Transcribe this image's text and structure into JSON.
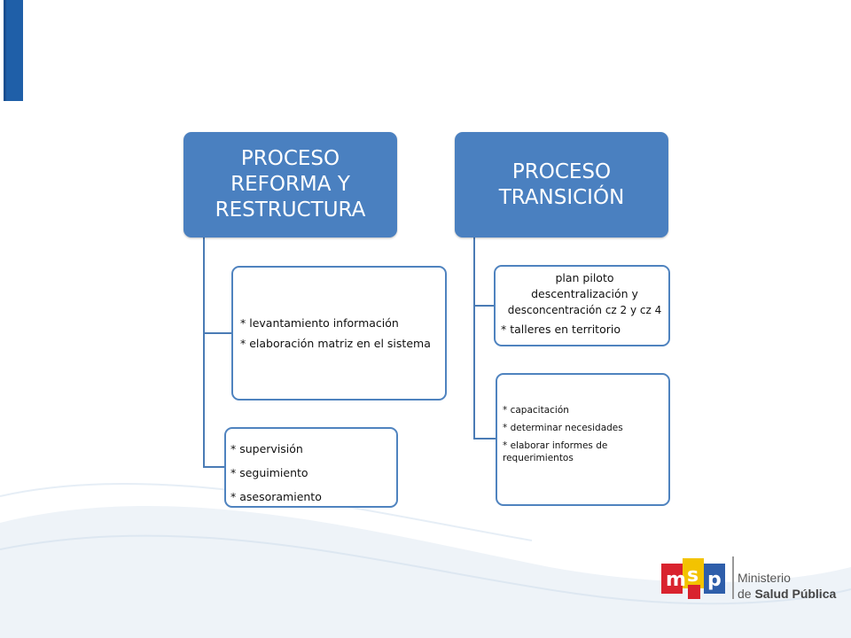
{
  "diagram": {
    "left": {
      "header": "PROCESO\nREFORMA Y\nRESTRUCTURA",
      "box1": {
        "lines": [
          "* levantamiento información",
          "* elaboración matriz en el sistema"
        ]
      },
      "box2": {
        "lines": [
          "* supervisión",
          "* seguimiento",
          "* asesoramiento"
        ]
      }
    },
    "right": {
      "header": "PROCESO\nTRANSICIÓN",
      "box1": {
        "lines": [
          "plan piloto",
          "descentralización y",
          "desconcentración cz 2 y cz 4",
          "* talleres en territorio"
        ]
      },
      "box2": {
        "lines": [
          "* capacitación",
          "* determinar necesidades",
          "* elaborar informes de",
          "requerimientos"
        ]
      }
    }
  },
  "logo": {
    "line1": "Ministerio",
    "line2_prefix": "de ",
    "line2_bold": "Salud Pública"
  },
  "colors": {
    "header_fill": "#4a80c0",
    "box_border": "#4f83bf",
    "accent_bar": "#1f5fa8",
    "logo_red": "#d9232e",
    "logo_yellow": "#f3c300",
    "logo_blue": "#2e5eaa"
  }
}
